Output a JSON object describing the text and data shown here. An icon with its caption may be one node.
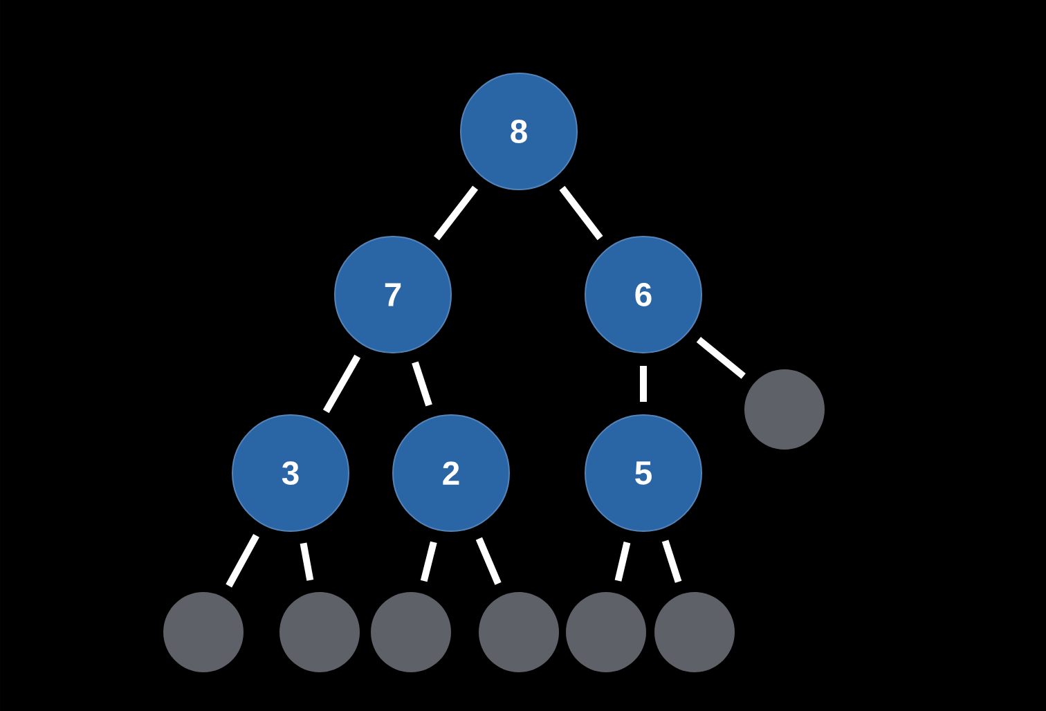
{
  "diagram": {
    "nodes": [
      {
        "text": [
          "8"
        ]
      },
      {
        "text": [
          "7"
        ]
      },
      {
        "text": [
          "6"
        ]
      },
      {
        "text": [],
        "shape": "circle"
      },
      {
        "text": [
          "3"
        ]
      },
      {
        "text": [
          "2"
        ]
      },
      {
        "text": [
          "5"
        ]
      },
      {
        "text": [],
        "shape": "circle"
      },
      {
        "text": [],
        "shape": "circle"
      },
      {
        "text": [],
        "shape": "circle"
      },
      {
        "text": [],
        "shape": "circle"
      },
      {
        "text": [],
        "shape": "circle"
      },
      {
        "text": [],
        "shape": "circle"
      }
    ],
    "edges": [
      {
        "from": 0,
        "to": 1,
        "arrow": "none"
      },
      {
        "from": 0,
        "to": 2,
        "arrow": "none"
      },
      {
        "from": 1,
        "to": 4,
        "arrow": "none"
      },
      {
        "from": 1,
        "to": 5,
        "arrow": "none"
      },
      {
        "from": 2,
        "to": 6,
        "arrow": "none"
      },
      {
        "from": 2,
        "to": 3,
        "arrow": "none"
      },
      {
        "from": 4,
        "to": 7,
        "arrow": "none"
      },
      {
        "from": 4,
        "to": 8,
        "arrow": "none"
      },
      {
        "from": 5,
        "to": 9,
        "arrow": "none"
      },
      {
        "from": 5,
        "to": 10,
        "arrow": "none"
      },
      {
        "from": 6,
        "to": 11,
        "arrow": "none"
      },
      {
        "from": 6,
        "to": 12,
        "arrow": "none"
      }
    ]
  }
}
